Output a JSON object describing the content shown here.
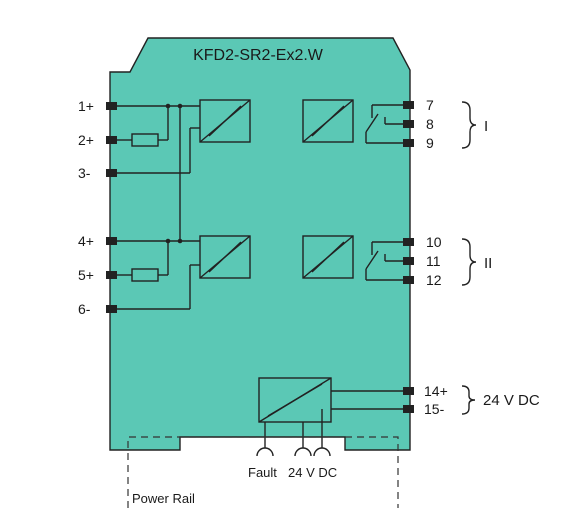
{
  "device": {
    "title": "KFD2-SR2-Ex2.W"
  },
  "left_terminals": [
    "1+",
    "2+",
    "3-",
    "4+",
    "5+",
    "6-"
  ],
  "right_terminals": [
    "7",
    "8",
    "9",
    "10",
    "11",
    "12",
    "14+",
    "15-"
  ],
  "channel_labels": [
    "I",
    "II"
  ],
  "supply_label": "24 V DC",
  "bottom_labels": {
    "fault": "Fault",
    "supply": "24 V DC"
  },
  "power_rail_label": "Power Rail",
  "colors": {
    "housing": "#5bc8b5",
    "lines": "#222222"
  }
}
